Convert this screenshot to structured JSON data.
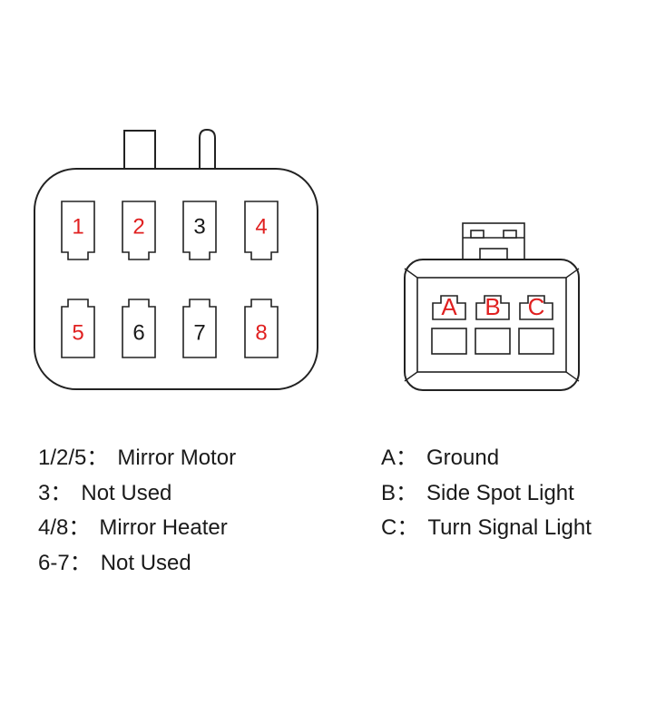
{
  "colors": {
    "outline": "#222222",
    "red": "#e02020",
    "black": "#1a1a1a"
  },
  "connector_8pin": {
    "pins": [
      {
        "label": "1",
        "color": "red"
      },
      {
        "label": "2",
        "color": "red"
      },
      {
        "label": "3",
        "color": "black"
      },
      {
        "label": "4",
        "color": "red"
      },
      {
        "label": "5",
        "color": "red"
      },
      {
        "label": "6",
        "color": "black"
      },
      {
        "label": "7",
        "color": "black"
      },
      {
        "label": "8",
        "color": "red"
      }
    ]
  },
  "connector_3pin": {
    "pins": [
      {
        "label": "A",
        "color": "red"
      },
      {
        "label": "B",
        "color": "red"
      },
      {
        "label": "C",
        "color": "red"
      }
    ]
  },
  "legend_left": [
    {
      "key": "1/2/5：",
      "value": "Mirror Motor"
    },
    {
      "key": "3：",
      "value": "Not Used"
    },
    {
      "key": "4/8：",
      "value": "Mirror Heater"
    },
    {
      "key": "6-7：",
      "value": "Not Used"
    }
  ],
  "legend_right": [
    {
      "key": "A：",
      "value": "Ground"
    },
    {
      "key": "B：",
      "value": "Side Spot Light"
    },
    {
      "key": "C：",
      "value": "Turn Signal Light"
    }
  ]
}
